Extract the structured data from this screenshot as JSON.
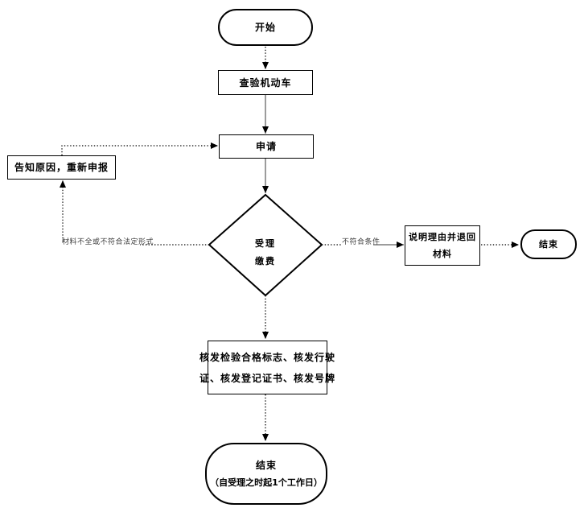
{
  "flowchart": {
    "background": "#ffffff",
    "colors": {
      "node_border": "#000000",
      "node_text": "#000000",
      "dotted_connector": "#000000",
      "solid_connector": "#3a3a3a",
      "edge_label_text": "#3d3d3d"
    },
    "nodes": {
      "start": {
        "type": "terminator",
        "label": "开始"
      },
      "inspect": {
        "type": "process",
        "label": "查验机动车"
      },
      "apply": {
        "type": "process",
        "label": "申请"
      },
      "notify": {
        "type": "process",
        "label": "告知原因，重新申报"
      },
      "decision": {
        "type": "decision",
        "line1": "受理",
        "line2": "缴费"
      },
      "explain": {
        "type": "process",
        "line1": "说明理由并退回",
        "line2": "材料"
      },
      "end_right": {
        "type": "terminator",
        "label": "结束"
      },
      "issue": {
        "type": "process",
        "line1": "核发检验合格标志、核发行驶",
        "line2": "证、核发登记证书、核发号牌"
      },
      "end_bottom": {
        "type": "terminator",
        "line1": "结束",
        "line2": "（自受理之时起1个工作日）"
      }
    },
    "edge_labels": {
      "incomplete": "材料不全或不符合法定形式",
      "not_qualified": "不符合条件"
    }
  }
}
